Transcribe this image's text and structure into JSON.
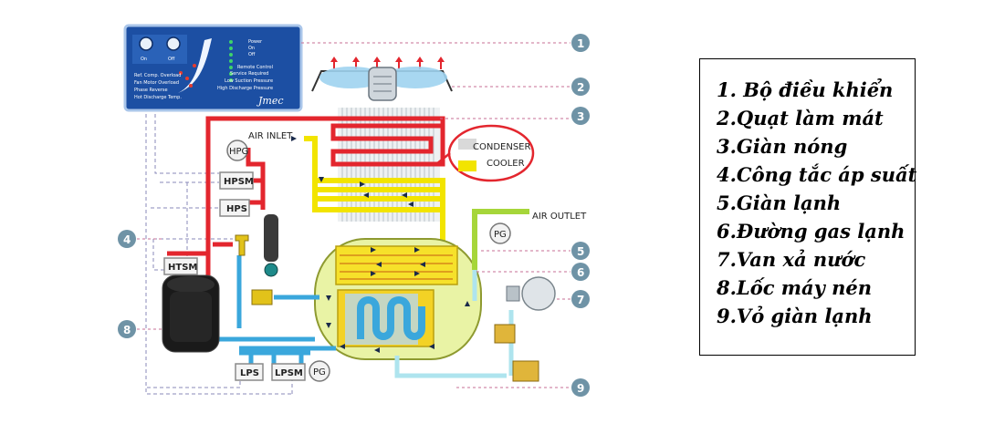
{
  "panel": {
    "btn_on": "On",
    "btn_off": "Off",
    "right_lines": [
      "Power",
      "On",
      "Off",
      "Remote Control",
      "Service Required",
      "Low Suction Pressure",
      "High Discharge Pressure"
    ],
    "left_lines": [
      "Ref. Comp. Overload",
      "Fan Motor Overload",
      "Phase Reverse",
      "Hot Discharge Temp."
    ],
    "brand": "Jmec"
  },
  "labels": {
    "air_inlet": "AIR INLET",
    "air_outlet": "AIR OUTLET",
    "condenser": "CONDENSER",
    "cooler": "COOLER",
    "hpg": "HPG",
    "hpsm": "HPSM",
    "hps": "HPS",
    "htsm": "HTSM",
    "lps": "LPS",
    "lpsm": "LPSM",
    "pg_top": "PG",
    "pg_bottom": "PG"
  },
  "callouts": [
    "1",
    "2",
    "3",
    "4",
    "5",
    "6",
    "7",
    "8",
    "9"
  ],
  "legend": [
    "1. Bộ điều khiển",
    "2.Quạt làm mát",
    "3.Giàn nóng",
    "4.Công tắc áp suất",
    "5.Giàn lạnh",
    "6.Đường gas lạnh",
    "7.Van xả nước",
    "8.Lốc máy nén",
    "9.Vỏ giàn lạnh"
  ],
  "colors": {
    "hot_gas": "#e3262e",
    "refrigerant": "#f2e400",
    "cold_line": "#3aa7dc",
    "outlet": "#a6d63a",
    "dashed": "#8a8ab8",
    "callout": "#6f93a6"
  }
}
